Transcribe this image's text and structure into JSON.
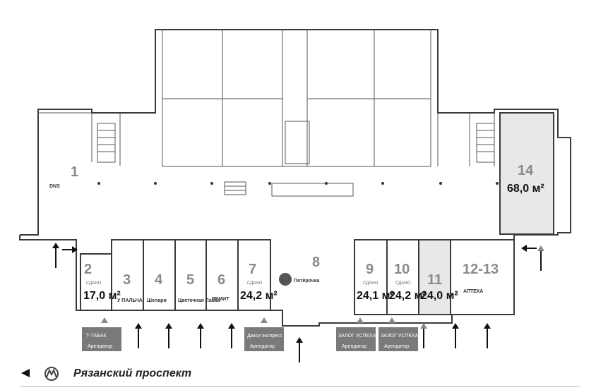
{
  "footer": {
    "street": "Рязанский проспект",
    "back_icon": "triangle-left-icon",
    "metro_icon": "metro-logo-icon"
  },
  "colors": {
    "wall": "#3a3a3a",
    "highlight": "#e8e8e8",
    "label_bg": "#7a7a7a",
    "number": "#8a8a8a"
  },
  "units": [
    {
      "id": "u1",
      "number": "1",
      "tenant": "DNS"
    },
    {
      "id": "u2",
      "number": "2",
      "status": "СДАНО",
      "area": "17,0 м²"
    },
    {
      "id": "u3",
      "number": "3",
      "tenant": "У ПАЛЬЧА"
    },
    {
      "id": "u4",
      "number": "4",
      "tenant": "Шелари"
    },
    {
      "id": "u5",
      "number": "5",
      "tenant": "Цветочная Лавка"
    },
    {
      "id": "u6",
      "number": "6",
      "tenant": "РЕМИТ"
    },
    {
      "id": "u7",
      "number": "7",
      "status": "СДАНО",
      "area": "24,2 м²"
    },
    {
      "id": "u8",
      "number": "8",
      "tenant": "Пятёрочка"
    },
    {
      "id": "u9",
      "number": "9",
      "status": "СДАНО",
      "area": "24,1 м²"
    },
    {
      "id": "u10",
      "number": "10",
      "status": "СДАНО",
      "area": "24,2 м²"
    },
    {
      "id": "u11",
      "number": "11",
      "area": "24,0 м²"
    },
    {
      "id": "u1213",
      "number": "12-13",
      "tenant": "АПТЕКА"
    },
    {
      "id": "u14",
      "number": "14",
      "area": "68,0 м²"
    }
  ],
  "tags": [
    {
      "id": "t1",
      "title": "Т-ТАБАК",
      "sub": "Арендатор"
    },
    {
      "id": "t2",
      "title": "Дикси экспресс",
      "sub": "Арендатор"
    },
    {
      "id": "t3",
      "title": "ЗАЛОГ УСПЕХА",
      "sub": "Арендатор"
    },
    {
      "id": "t4",
      "title": "ЗАЛОГ УСПЕХА",
      "sub": "Арендатор"
    }
  ]
}
